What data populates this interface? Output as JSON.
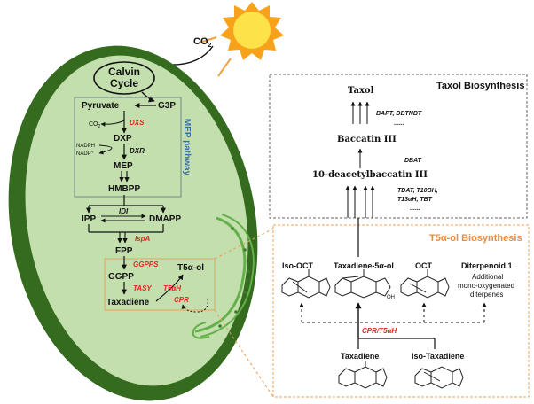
{
  "sun": {
    "co2": "CO",
    "co2_sub": "2"
  },
  "chloroplast": {
    "calvin": "Calvin",
    "cycle": "Cycle",
    "pyruvate": "Pyruvate",
    "g3p": "G3P",
    "co2": "CO",
    "co2_sub": "2",
    "dxs": "DXS",
    "dxp": "DXP",
    "nadph": "NADPH",
    "nadp": "NADP⁺",
    "dxr": "DXR",
    "mep": "MEP",
    "hmbpp": "HMBPP",
    "mep_pathway": "MEP pathway",
    "ipp": "IPP",
    "idi": "IDI",
    "dmapp": "DMAPP",
    "ispa": "IspA",
    "fpp": "FPP",
    "ggpps": "GGPPS",
    "ggpp": "GGPP",
    "tasy": "TASY",
    "taxadiene": "Taxadiene",
    "t5aol": "T5α-ol",
    "t5ah": "T5αH",
    "cpr": "CPR"
  },
  "taxol_box": {
    "title": "Taxol Biosynthesis",
    "taxol": "Taxol",
    "bapt": "BAPT, DBTNBT",
    "dots1": "......",
    "baccatin": "Baccatin III",
    "dbat": "DBAT",
    "deacetyl": "10-deacetylbaccatin III",
    "enz1": "TDAT, T10BH,",
    "enz2": "T13αH, TBT",
    "dots2": "......"
  },
  "t5_box": {
    "title": "T5α-ol Biosynthesis",
    "iso_oct": "Iso-OCT",
    "tax5aol": "Taxadiene-5α-ol",
    "oct": "OCT",
    "diterpenoid": "Diterpenoid 1",
    "additional": "Additional",
    "mono": "mono-oxygenated",
    "diterpenes": "diterpenes",
    "oh": "OH",
    "cpr_t5ah": "CPR/T5αH",
    "taxadiene": "Taxadiene",
    "iso_taxadiene": "Iso-Taxadiene"
  }
}
